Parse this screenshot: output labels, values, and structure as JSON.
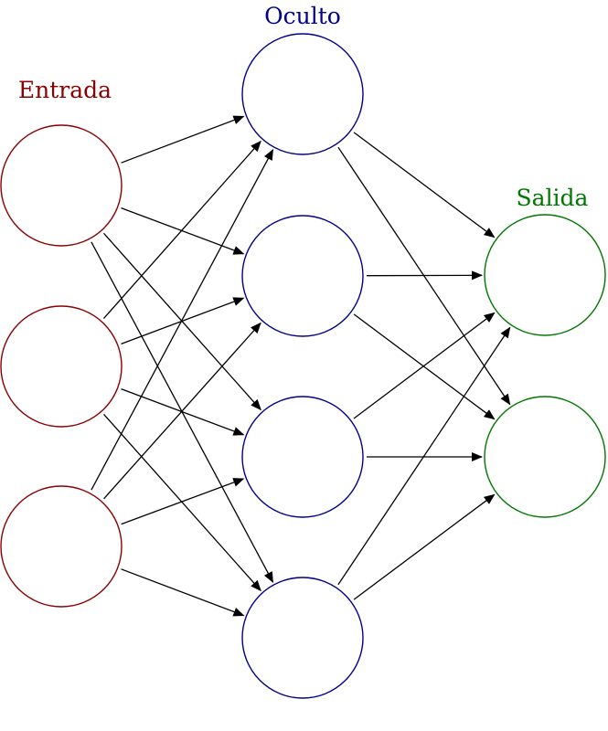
{
  "layers": [
    {
      "key": "input",
      "label": "Entrada",
      "color": "#8b0000",
      "node_count": 3
    },
    {
      "key": "hidden",
      "label": "Oculto",
      "color": "#00008b",
      "node_count": 4
    },
    {
      "key": "output",
      "label": "Salida",
      "color": "#007700",
      "node_count": 2
    }
  ],
  "connectivity": "fully-connected",
  "edge_color": "#000000"
}
